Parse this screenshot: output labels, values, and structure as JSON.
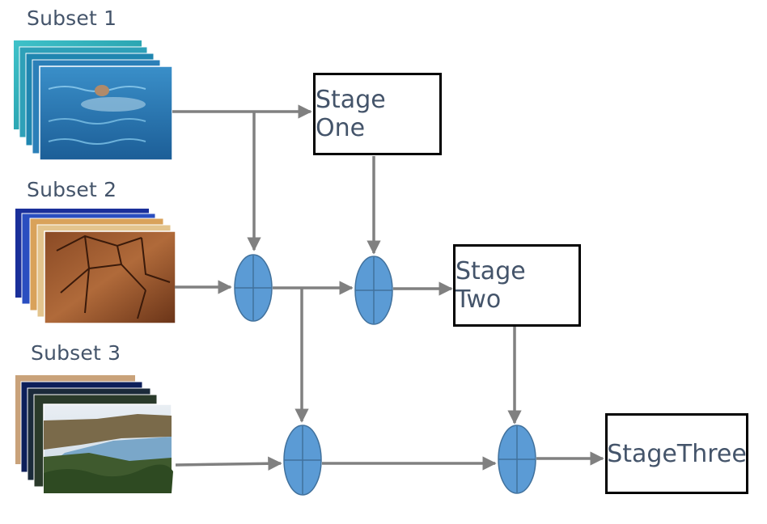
{
  "subsets": [
    {
      "label": "Subset 1",
      "thumbnail": "sea-turtle-swimming-photo"
    },
    {
      "label": "Subset 2",
      "thumbnail": "turtle-shell-closeup-photo"
    },
    {
      "label": "Subset 3",
      "thumbnail": "coastal-landscape-photo"
    }
  ],
  "stages": [
    {
      "label": "Stage One"
    },
    {
      "label": "Stage Two"
    },
    {
      "label": "StageThree"
    }
  ],
  "colors": {
    "arrow": "#808080",
    "node_fill": "#5b9bd5",
    "node_stroke": "#41719c",
    "box_border": "#000000",
    "text": "#44546a"
  },
  "nodes": [
    "fusion-node",
    "fusion-node",
    "fusion-node",
    "fusion-node"
  ]
}
